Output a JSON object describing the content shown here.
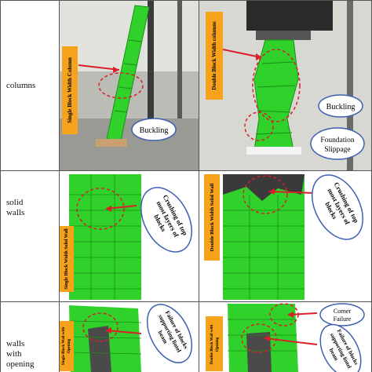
{
  "rows": {
    "columns": "columns",
    "solid_walls": [
      "solid",
      "walls"
    ],
    "walls_opening": [
      "walls",
      "with",
      "opening"
    ]
  },
  "cells": {
    "col_single": {
      "tag": "Single Block Width Column",
      "callout": "Buckling"
    },
    "col_double": {
      "tag": "Double Block Width columns",
      "callout1": "Buckling",
      "callout2_l1": "Foundation",
      "callout2_l2": "Slippage"
    },
    "solid_single": {
      "tag": "Single Block Width Solid Wall",
      "callout_l1": "Crushing of top",
      "callout_l2": "most layers of",
      "callout_l3": "blocks"
    },
    "solid_double": {
      "tag": "Double Block Width Solid Wall",
      "callout_l1": "Crushing of top",
      "callout_l2": "most layers of",
      "callout_l3": "blocks"
    },
    "open_single": {
      "tag_l1": "Single Block Wall with",
      "tag_l2": "Opening",
      "callout_l1": "Failure of blocks",
      "callout_l2": "supporting lintel",
      "callout_l3": "beam"
    },
    "open_double": {
      "tag_l1": "Double Block Wall with",
      "tag_l2": "Opening",
      "callout1_l1": "Corner",
      "callout1_l2": "Failure",
      "callout2_l1": "Failure of blocks",
      "callout2_l2": "supporting lintel",
      "callout2_l3": "beam"
    }
  },
  "colors": {
    "tag_bg": "#f6a21a",
    "block_green": "#2fd12a",
    "arrow": "#d8202a",
    "callout_border": "#3f5fb0"
  }
}
